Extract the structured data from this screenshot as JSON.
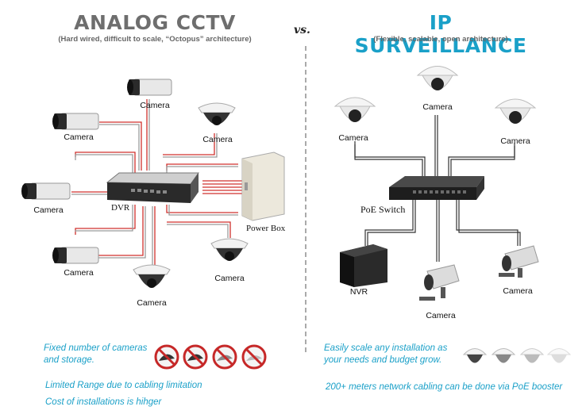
{
  "analog": {
    "title": "ANALOG CCTV",
    "subtitle": "(Hard wired, difficult to scale, “Octopus” architecture)",
    "labels": {
      "cam_top": "Camera",
      "cam_upper_left": "Camera",
      "cam_dome_right": "Camera",
      "cam_left": "Camera",
      "cam_lower_left": "Camera",
      "cam_bottom": "Camera",
      "cam_lower_right": "Camera",
      "dvr": "DVR",
      "power_box": "Power Box"
    },
    "notes": {
      "fixed": "Fixed number of cameras and storage.",
      "range": "Limited Range due to cabling limitation",
      "cost": "Cost of installations is hihger"
    },
    "colors": {
      "title": "#6e6e6e",
      "cable_red": "#d0312d",
      "cable_gray": "#9a9a9a"
    }
  },
  "vs": "vs.",
  "ip": {
    "title": "IP SURVEILLANCE",
    "subtitle": "(Flexible, scalable, open architecture)",
    "labels": {
      "cam_left": "Camera",
      "cam_top": "Camera",
      "cam_right": "Camera",
      "poe_switch": "PoE Switch",
      "nvr": "NVR",
      "cam_bottom": "Camera",
      "cam_bottom_right": "Camera"
    },
    "notes": {
      "scale": "Easily scale any installation as your needs and budget grow.",
      "cabling": "200+ meters network cabling can be done via PoE booster"
    },
    "colors": {
      "title": "#1aa0c8",
      "cable": "#333333"
    }
  }
}
